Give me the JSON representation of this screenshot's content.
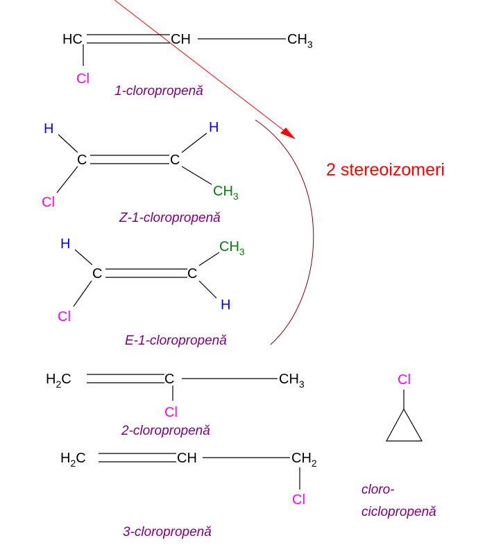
{
  "colors": {
    "carbon": "#000000",
    "chlorine": "#ff00ff",
    "hydrogen": "#0000ff",
    "methyl": "#008000",
    "name": "#800080",
    "arrow": "#ff0000",
    "bracket": "#800000"
  },
  "mol1": {
    "c1": "HC",
    "c2": "CH",
    "c3": "CH",
    "c3_sub": "3",
    "cl": "Cl",
    "name": "1-cloropropenă"
  },
  "stereo_label": "2 stereoizomeri",
  "molZ": {
    "h_left": "H",
    "c1": "C",
    "c2": "C",
    "h_right": "H",
    "cl": "Cl",
    "ch": "CH",
    "ch_sub": "3",
    "name": "Z-1-cloropropenă"
  },
  "molE": {
    "h_left": "H",
    "c1": "C",
    "c2": "C",
    "ch": "CH",
    "ch_sub": "3",
    "cl": "Cl",
    "h_right": "H",
    "name": "E-1-cloropropenă"
  },
  "mol2": {
    "h2": "H",
    "h2_sub": "2",
    "c1": "C",
    "c2": "C",
    "c3": "CH",
    "c3_sub": "3",
    "cl": "Cl",
    "name": "2-cloropropenă"
  },
  "mol3": {
    "h2": "H",
    "h2_sub": "2",
    "c1": "C",
    "c2": "CH",
    "c3": "CH",
    "c3_sub": "2",
    "cl": "Cl",
    "name": "3-cloropropenă"
  },
  "cyclo": {
    "cl": "Cl",
    "name_line1": "cloro-",
    "name_line2": "ciclopropenă"
  }
}
